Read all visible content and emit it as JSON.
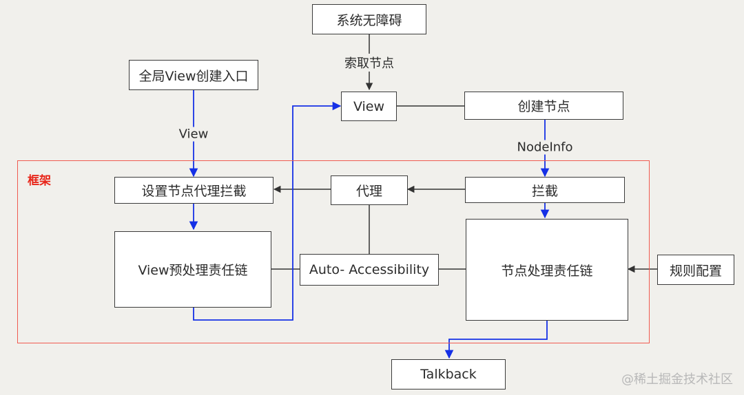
{
  "nodes": {
    "system_accessibility": "系统无障碍",
    "global_view_entry": "全局View创建入口",
    "view": "View",
    "create_node": "创建节点",
    "proxy_intercept_setup": "设置节点代理拦截",
    "proxy": "代理",
    "intercept": "拦截",
    "view_preprocess_chain": "View预处理责任链",
    "auto_accessibility": "Auto- Accessibility",
    "node_process_chain": "节点处理责任链",
    "rule_config": "规则配置",
    "talkback": "Talkback"
  },
  "edges": {
    "fetch_node": "索取节点",
    "view": "View",
    "nodeinfo": "NodeInfo"
  },
  "frame": {
    "label": "框架",
    "color": "#e8261a"
  },
  "colors": {
    "blue_edge": "#1530e6",
    "black_edge": "#333333"
  },
  "watermark": "@稀土掘金技术社区"
}
